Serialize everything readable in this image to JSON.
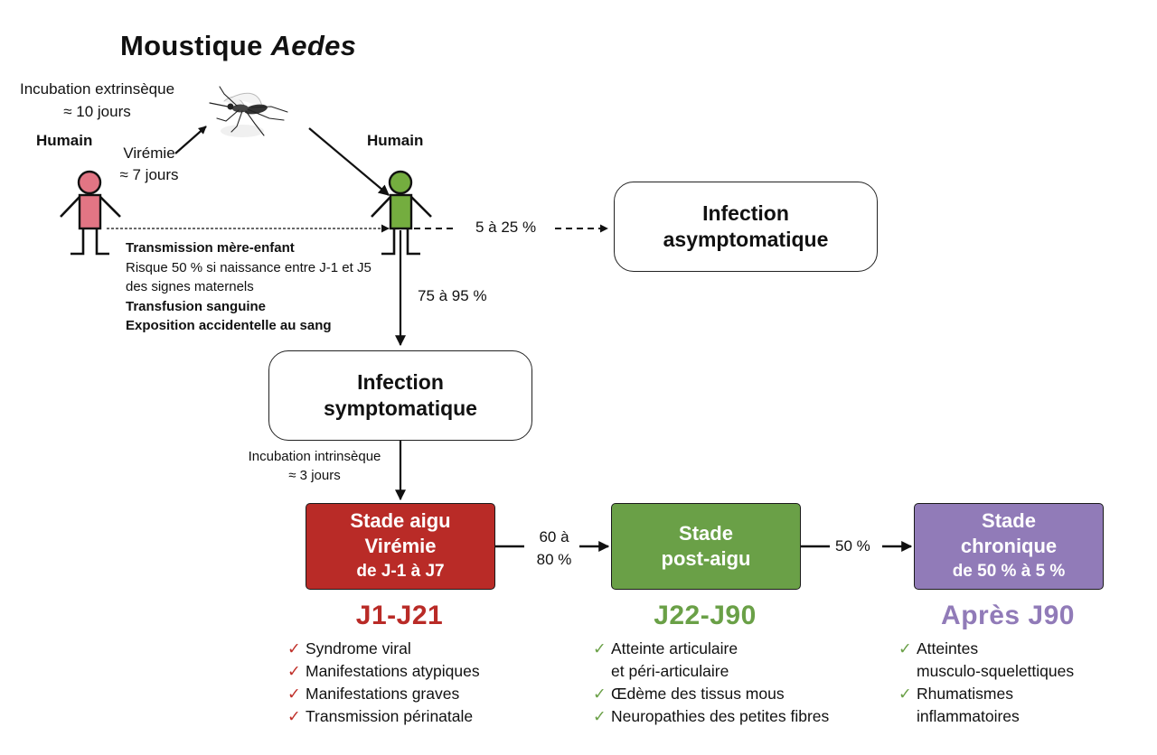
{
  "title": {
    "prefix": "Moustique ",
    "italic": "Aedes"
  },
  "left_human": {
    "label": "Humain",
    "color": "#e27584"
  },
  "right_human": {
    "label": "Humain",
    "color": "#74ad3f"
  },
  "incubation_ext": {
    "line1": "Incubation extrinsèque",
    "line2": "≈ 10 jours"
  },
  "viremia": {
    "line1": "Virémie",
    "line2": "≈ 7 jours"
  },
  "transmission": {
    "mother_child": "Transmission mère-enfant",
    "risk_line1": "Risque 50 % si naissance entre J-1 et J5",
    "risk_line2": "des signes maternels",
    "transfusion": "Transfusion sanguine",
    "exposure": "Exposition accidentelle au sang"
  },
  "pct_asympto": "5 à 25 %",
  "pct_sympto": "75 à 95 %",
  "asympto_box": {
    "line1": "Infection",
    "line2": "asymptomatique"
  },
  "sympto_box": {
    "line1": "Infection",
    "line2": "symptomatique"
  },
  "incubation_int": {
    "line1": "Incubation intrinsèque",
    "line2": "≈ 3 jours"
  },
  "pct_acute_to_post": {
    "line1": "60 à",
    "line2": "80 %"
  },
  "pct_post_to_chronic": "50 %",
  "stages": [
    {
      "line1": "Stade aigu",
      "line2": "Virémie",
      "line3": "de J-1 à J7",
      "color": "#b92b27",
      "period": "J1-J21",
      "check_mark": "✓",
      "items": [
        "Syndrome viral",
        "Manifestations atypiques",
        "Manifestations graves",
        "Transmission périnatale"
      ]
    },
    {
      "line1": "Stade",
      "line2": "post-aigu",
      "color": "#6aa047",
      "period": "J22-J90",
      "check_mark": "✓",
      "items": [
        {
          "first": "Atteinte articulaire",
          "cont": "et péri-articulaire"
        },
        {
          "first": "Œdème des tissus mous"
        },
        {
          "first": "Neuropathies des petites fibres"
        }
      ]
    },
    {
      "line1": "Stade",
      "line2": "chronique",
      "line3": "de 50 % à 5 %",
      "color": "#917bb8",
      "period": "Après J90",
      "check_mark": "✓",
      "items": [
        {
          "first": "Atteintes",
          "cont": "musculo-squelettiques"
        },
        {
          "first": "Rhumatismes",
          "cont": "inflammatoires"
        }
      ]
    }
  ]
}
